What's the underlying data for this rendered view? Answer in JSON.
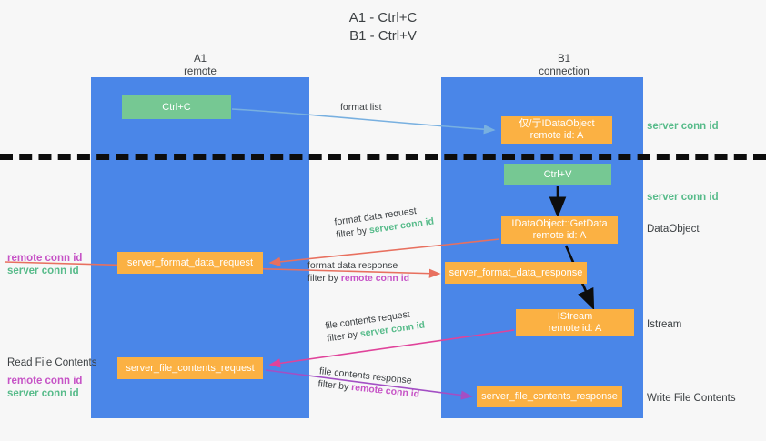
{
  "title": {
    "line1": "A1 - Ctrl+C",
    "line2": "B1 - Ctrl+V"
  },
  "lanes": [
    {
      "id": "a1",
      "name": "A1",
      "sub": "remote"
    },
    {
      "id": "b1",
      "name": "B1",
      "sub": "connection"
    }
  ],
  "boxes": {
    "ctrl_c": {
      "line1": "Ctrl+C"
    },
    "idataobject": {
      "line1": "仅/亍IDataObject",
      "line2": "remote id: A"
    },
    "ctrl_v": {
      "line1": "Ctrl+V"
    },
    "getdata": {
      "line1": "IDataObject::GetData",
      "line2": "remote id: A"
    },
    "format_data_request": {
      "line1": "server_format_data_request"
    },
    "format_data_response": {
      "line1": "server_format_data_response"
    },
    "istream": {
      "line1": "IStream",
      "line2": "remote id: A"
    },
    "file_contents_request": {
      "line1": "server_file_contents_request"
    },
    "file_contents_response": {
      "line1": "server_file_contents_response"
    }
  },
  "edges": {
    "format_list": {
      "line1": "format list"
    },
    "format_data_request": {
      "line1": "format data request",
      "filter_prefix": "filter by ",
      "filter_value": "server conn id"
    },
    "format_data_response": {
      "line1": "format data response",
      "filter_prefix": "filter by ",
      "filter_value": "remote conn id"
    },
    "file_contents_request": {
      "line1": "file contents request",
      "filter_prefix": "filter by ",
      "filter_value": "server conn id"
    },
    "file_contents_response": {
      "line1": "file contents response",
      "filter_prefix": "filter by ",
      "filter_value": "remote conn id"
    }
  },
  "annotations": {
    "server_conn_id_top": "server conn id",
    "server_conn_id_mid": "server conn id",
    "dataobject": "DataObject",
    "istream": "Istream",
    "write_file_contents": "Write File Contents",
    "read_file_contents": "Read File Contents",
    "remote_conn_id": "remote conn id",
    "server_conn_id": "server conn id"
  },
  "colors": {
    "lane_blue": "#4a86e8",
    "box_green": "#76c893",
    "box_orange": "#fbb143",
    "text_green": "#57bb8a",
    "text_magenta": "#c653c6",
    "arrow_light_blue": "#78b0e0",
    "arrow_red": "#e8705f",
    "arrow_magenta": "#e0439a",
    "arrow_purple": "#a34fc4",
    "arrow_black": "#0d0d0d",
    "background": "#f7f7f7"
  }
}
